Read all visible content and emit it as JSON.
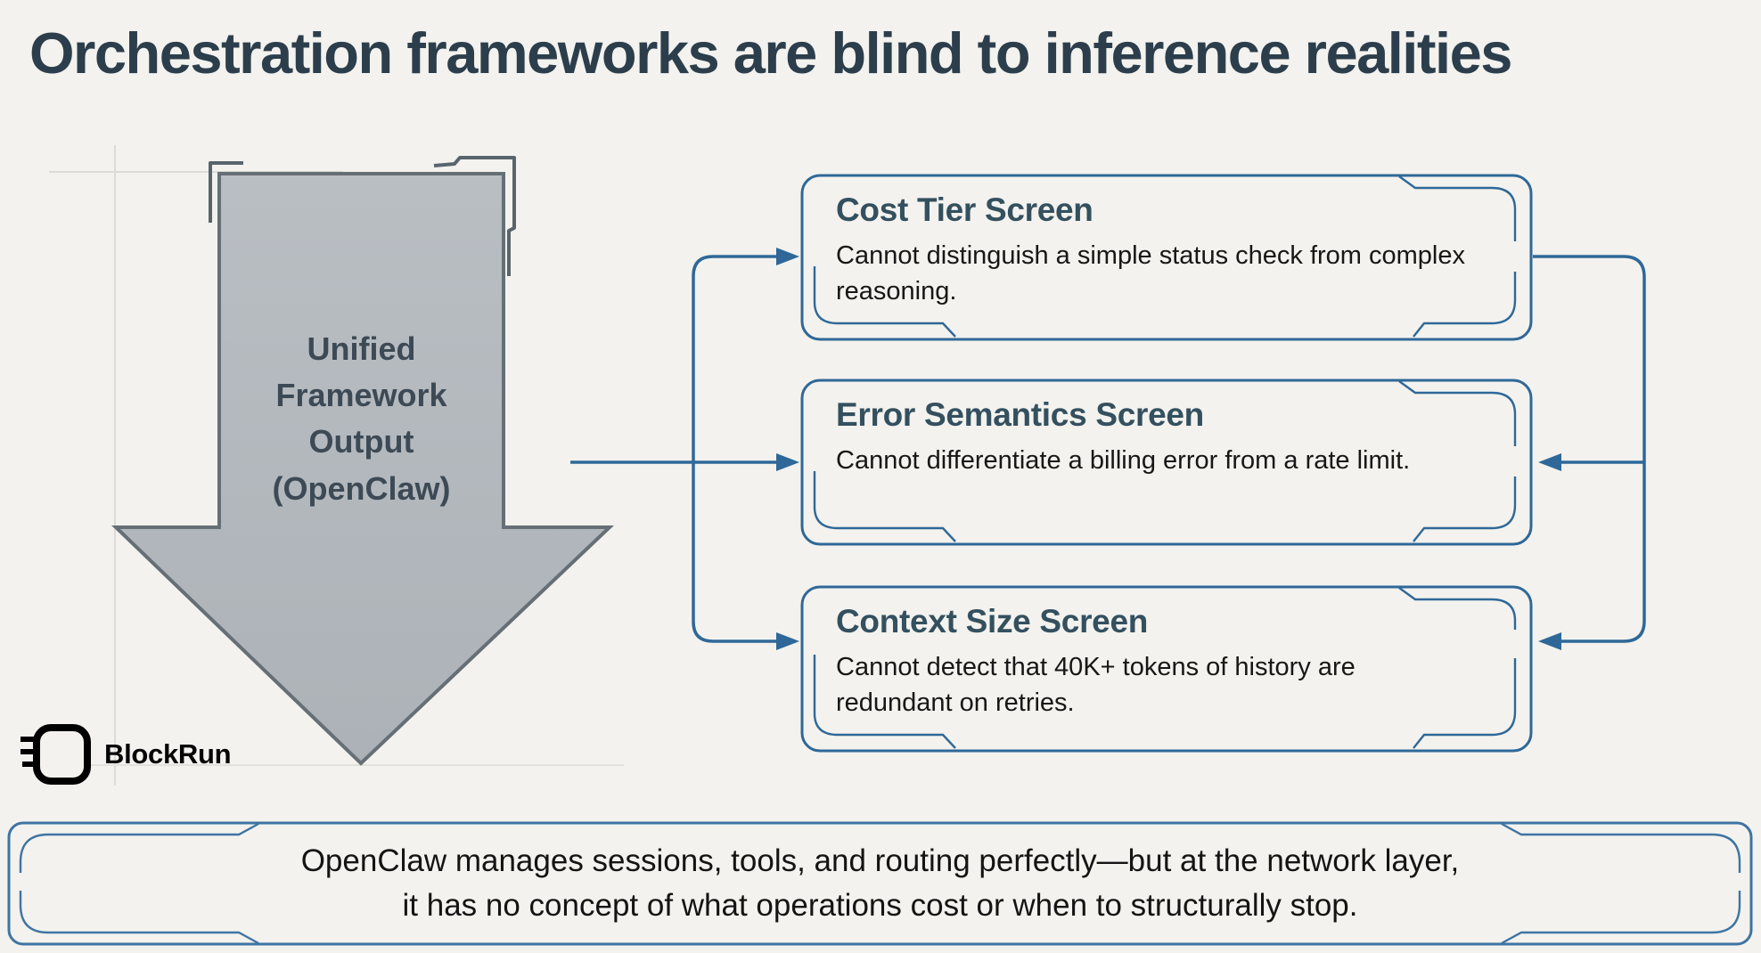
{
  "slide": {
    "title": "Orchestration frameworks are blind to inference realities"
  },
  "funnel": {
    "lines": [
      "Unified",
      "Framework",
      "Output",
      "(OpenClaw)"
    ]
  },
  "screens": [
    {
      "title": "Cost Tier Screen",
      "description": "Cannot distinguish a simple status check from complex reasoning."
    },
    {
      "title": "Error Semantics Screen",
      "description": "Cannot differentiate a billing error from a rate limit."
    },
    {
      "title": "Context Size Screen",
      "description": "Cannot detect that 40K+ tokens of history are redundant on retries."
    }
  ],
  "brand": {
    "name": "BlockRun"
  },
  "footer": {
    "line1": "OpenClaw manages sessions, tools, and routing perfectly—but at the network layer,",
    "line2": "it has no concept of what operations cost or when to structurally stop."
  },
  "colors": {
    "background": "#f3f2ee",
    "accent_blue": "#2f6898",
    "title_text": "#2c3e4c",
    "screen_heading_text": "#34505f",
    "body_text": "#171717",
    "funnel_fill": "#b5babf",
    "funnel_border": "#666f76",
    "sketch_gray": "#59646c",
    "guide_gray": "#dcdbd5"
  }
}
